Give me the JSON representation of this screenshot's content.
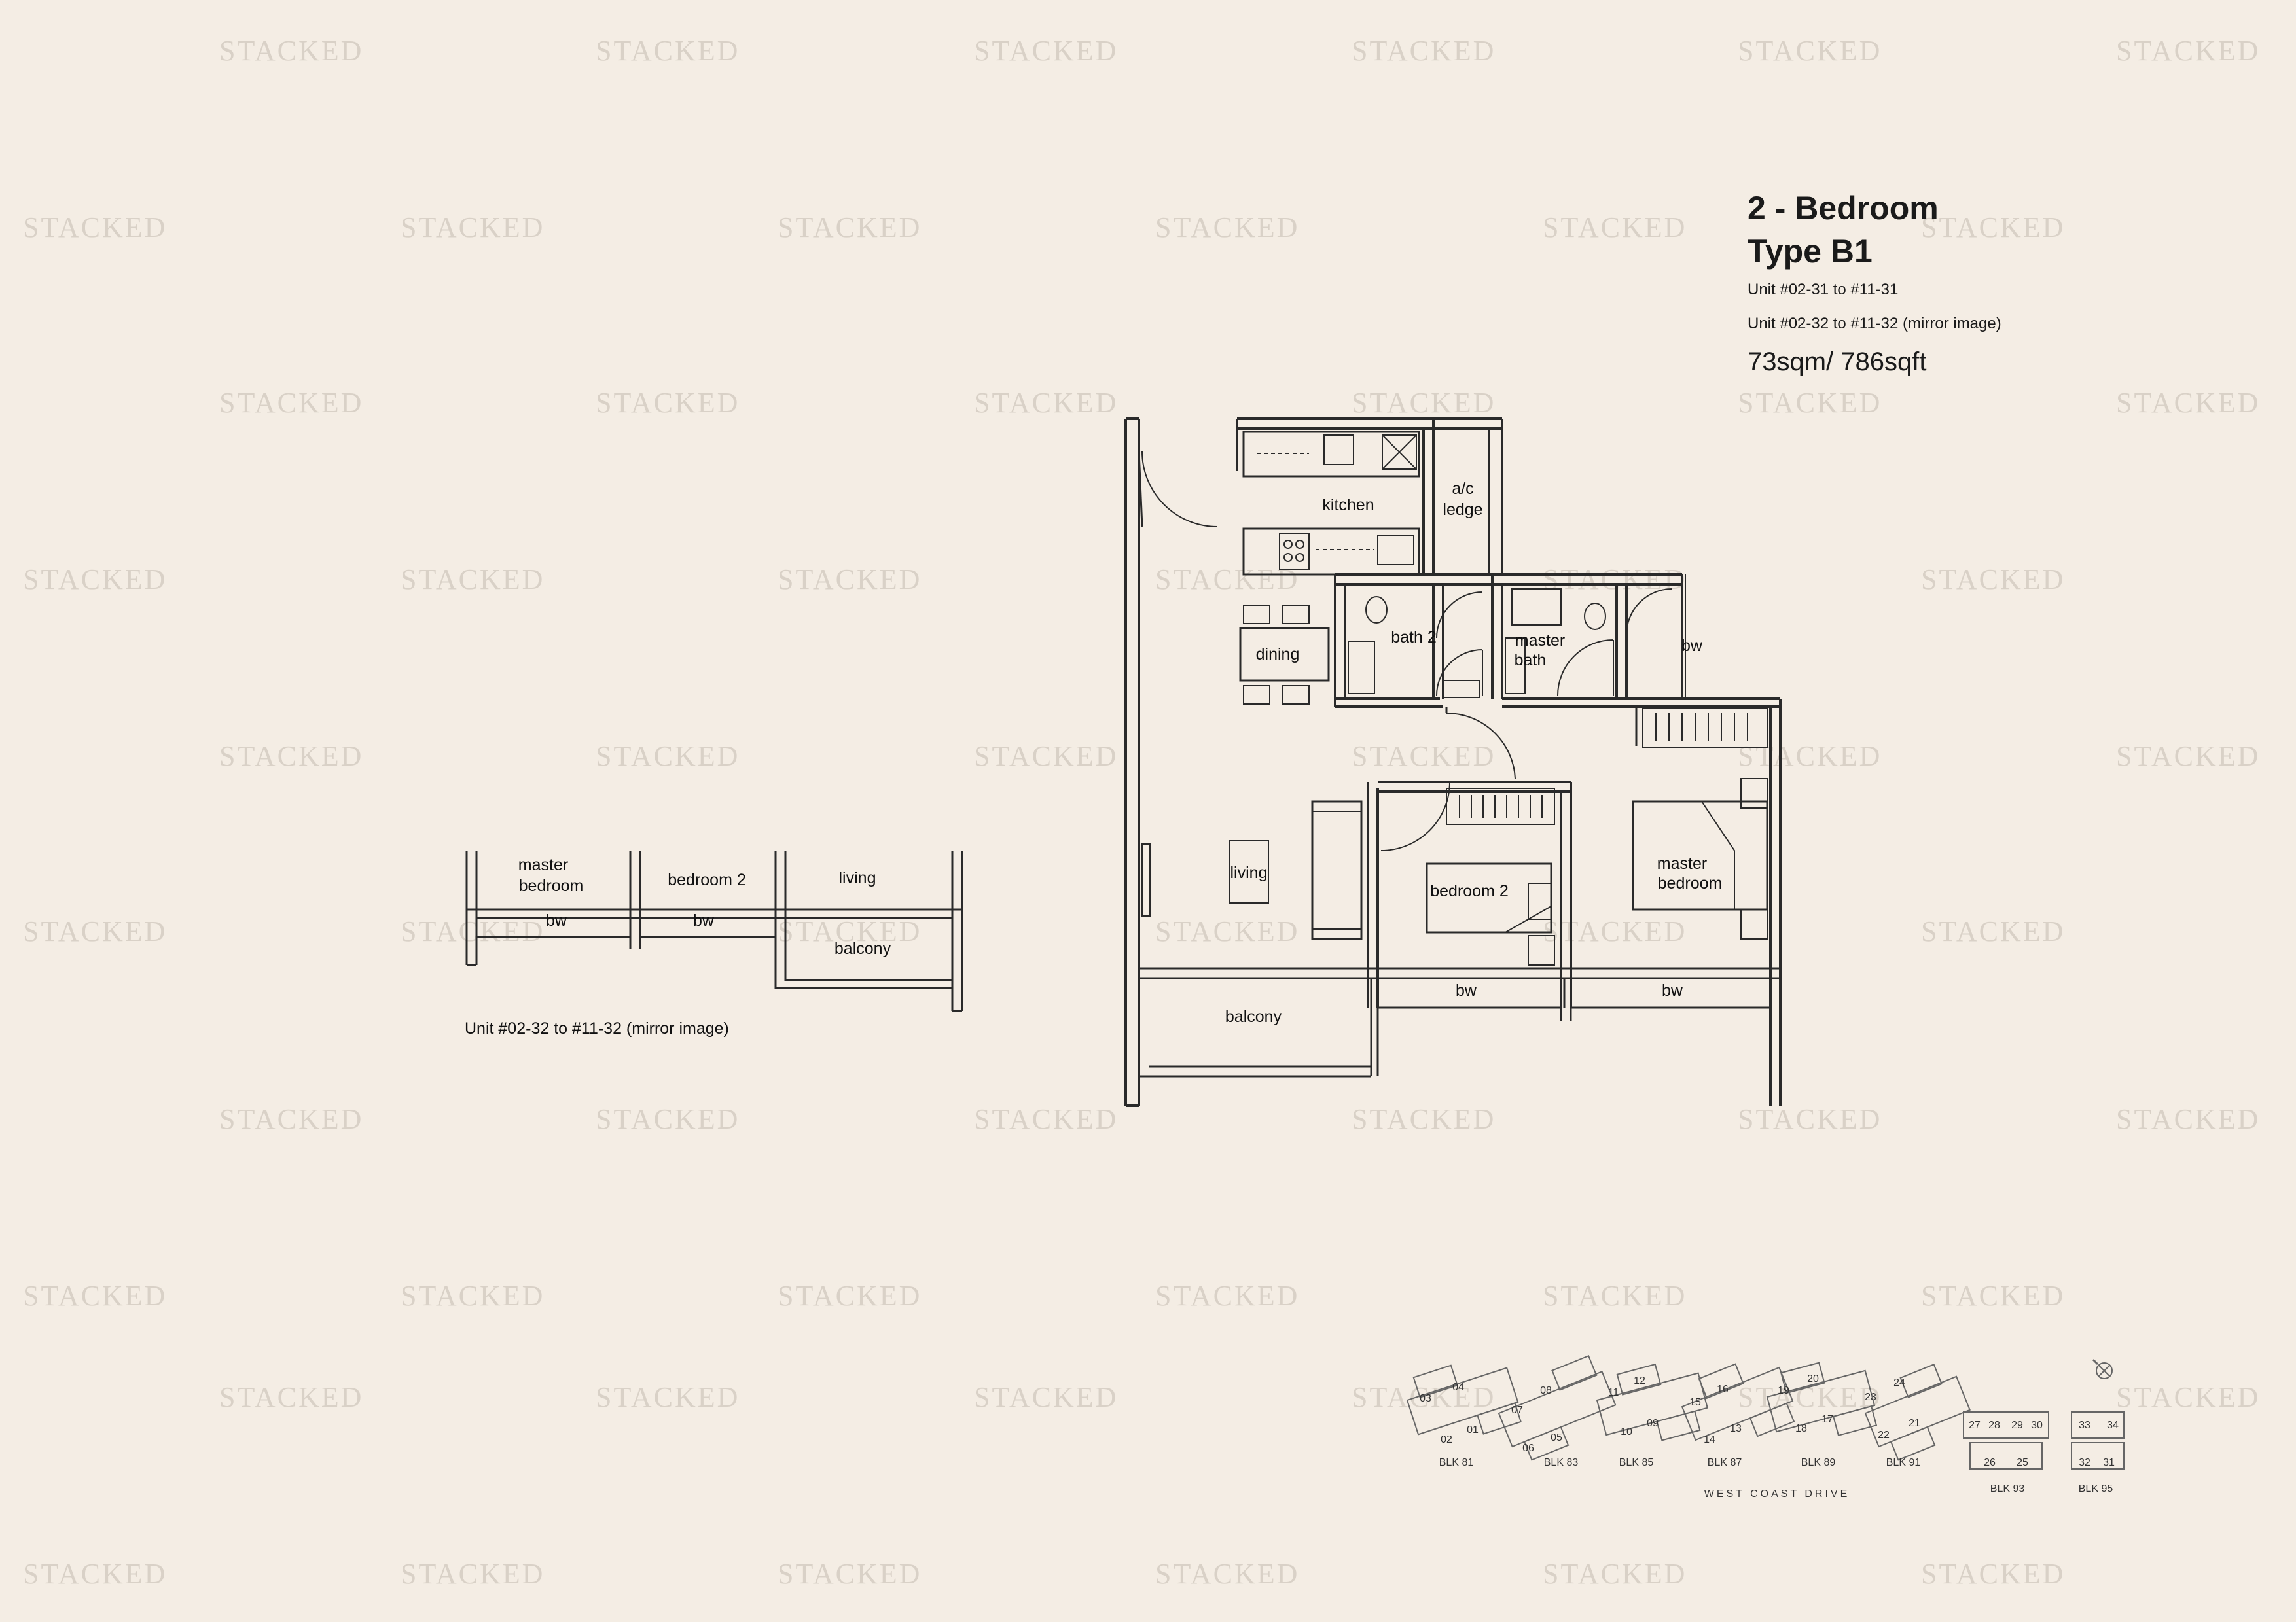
{
  "watermark": "STACKED",
  "unit": {
    "title_line1": "2 - Bedroom",
    "title_line2": "Type B1",
    "range1": "Unit #02-31 to #11-31",
    "range2": "Unit #02-32 to #11-32 (mirror image)",
    "area": "73sqm/ 786sqft"
  },
  "rooms": {
    "kitchen": "kitchen",
    "ac_ledge_1": "a/c",
    "ac_ledge_2": "ledge",
    "dining": "dining",
    "bath2": "bath 2",
    "master_bath_1": "master",
    "master_bath_2": "bath",
    "bw": "bw",
    "living": "living",
    "bedroom2": "bedroom 2",
    "master_bedroom_1": "master",
    "master_bedroom_2": "bedroom",
    "balcony": "balcony"
  },
  "mirror": {
    "master_bedroom_1": "master",
    "master_bedroom_2": "bedroom",
    "bedroom2": "bedroom 2",
    "living": "living",
    "bw": "bw",
    "balcony": "balcony",
    "caption": "Unit #02-32 to #11-32 (mirror image)"
  },
  "keyplan": {
    "units": [
      "03",
      "04",
      "02",
      "01",
      "08",
      "07",
      "06",
      "05",
      "11",
      "12",
      "10",
      "09",
      "15",
      "16",
      "14",
      "13",
      "19",
      "20",
      "18",
      "17",
      "23",
      "24",
      "22",
      "21",
      "27",
      "28",
      "29",
      "30",
      "26",
      "25",
      "33",
      "34",
      "32",
      "31"
    ],
    "blocks": [
      "BLK 81",
      "BLK 83",
      "BLK 85",
      "BLK 87",
      "BLK 89",
      "BLK 91",
      "BLK 93",
      "BLK 95"
    ],
    "road": "WEST COAST DRIVE",
    "north_icon": "north-arrow-icon"
  },
  "colors": {
    "background": "#f4ede4",
    "line": "#2a2a2a",
    "watermark": "#d9d1c7"
  }
}
